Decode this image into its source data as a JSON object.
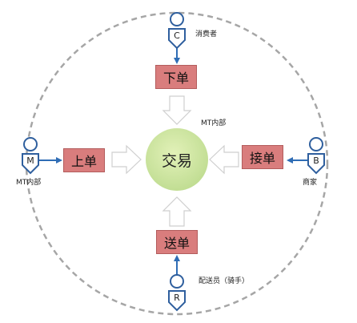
{
  "center": {
    "label": "交易"
  },
  "boxes": {
    "place_order": "下单",
    "list_order": "上单",
    "accept_order": "接单",
    "deliver_order": "送单"
  },
  "actors": {
    "consumer": {
      "letter": "C",
      "label": "消费者"
    },
    "mt": {
      "letter": "M",
      "label": "MT内部"
    },
    "merchant": {
      "letter": "B",
      "label": "商家"
    },
    "rider": {
      "letter": "R",
      "label": "配送员（骑手）"
    }
  },
  "inner_label": "MT内部",
  "colors": {
    "box_fill": "#d97d7d",
    "center_fill": "#c7e19a",
    "arrow": "#2f6db5",
    "actor_stroke": "#2f5f9e",
    "dashed_ring": "#a6a6a6"
  }
}
